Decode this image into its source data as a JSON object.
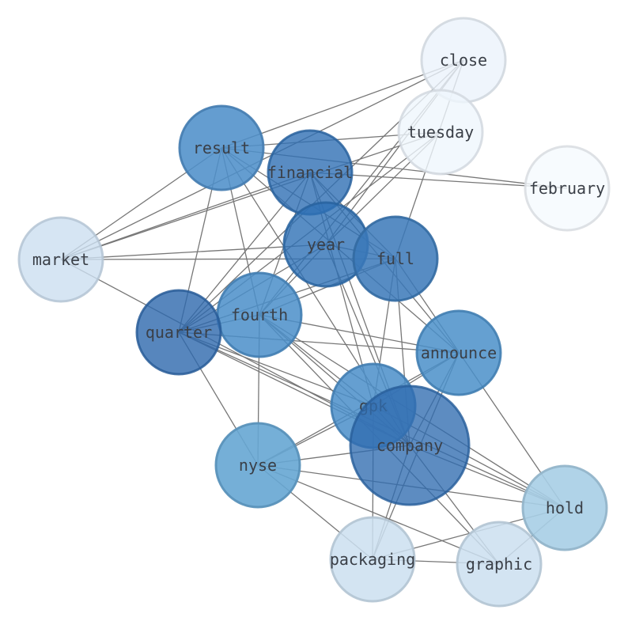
{
  "graph": {
    "nodes": [
      {
        "id": "close",
        "label": "close",
        "color": "#ebf3fb",
        "opacity": 0.8
      },
      {
        "id": "tuesday",
        "label": "tuesday",
        "color": "#eff6fd",
        "opacity": 0.8
      },
      {
        "id": "february",
        "label": "february",
        "color": "#f5fafe",
        "opacity": 0.8
      },
      {
        "id": "result",
        "label": "result",
        "color": "#4f8fc9",
        "opacity": 0.88
      },
      {
        "id": "financial",
        "label": "financial",
        "color": "#2f6fb4",
        "opacity": 0.8
      },
      {
        "id": "market",
        "label": "market",
        "color": "#ccdff0",
        "opacity": 0.8
      },
      {
        "id": "year",
        "label": "year",
        "color": "#2e70b5",
        "opacity": 0.8
      },
      {
        "id": "full",
        "label": "full",
        "color": "#3a78b8",
        "opacity": 0.85
      },
      {
        "id": "fourth",
        "label": "fourth",
        "color": "#4a8ec9",
        "opacity": 0.85
      },
      {
        "id": "quarter",
        "label": "quarter",
        "color": "#2d68ad",
        "opacity": 0.8
      },
      {
        "id": "announce",
        "label": "announce",
        "color": "#4a8fc9",
        "opacity": 0.85
      },
      {
        "id": "gpk",
        "label": "gpk",
        "color": "#4a8ec9",
        "opacity": 0.85
      },
      {
        "id": "company",
        "label": "company",
        "color": "#2f6cb0",
        "opacity": 0.78
      },
      {
        "id": "nyse",
        "label": "nyse",
        "color": "#66a6d3",
        "opacity": 0.9
      },
      {
        "id": "hold",
        "label": "hold",
        "color": "#a7cee5",
        "opacity": 0.9
      },
      {
        "id": "packaging",
        "label": "packaging",
        "color": "#cbdff0",
        "opacity": 0.85
      },
      {
        "id": "graphic",
        "label": "graphic",
        "color": "#cbdff0",
        "opacity": 0.85
      }
    ],
    "edges": [
      [
        "close",
        "result"
      ],
      [
        "close",
        "market"
      ],
      [
        "close",
        "quarter"
      ],
      [
        "close",
        "fourth"
      ],
      [
        "close",
        "full"
      ],
      [
        "close",
        "year"
      ],
      [
        "tuesday",
        "result"
      ],
      [
        "tuesday",
        "market"
      ],
      [
        "tuesday",
        "quarter"
      ],
      [
        "tuesday",
        "year"
      ],
      [
        "february",
        "result"
      ],
      [
        "february",
        "financial"
      ],
      [
        "result",
        "market"
      ],
      [
        "result",
        "quarter"
      ],
      [
        "result",
        "fourth"
      ],
      [
        "result",
        "full"
      ],
      [
        "result",
        "announce"
      ],
      [
        "result",
        "company"
      ],
      [
        "financial",
        "market"
      ],
      [
        "financial",
        "quarter"
      ],
      [
        "financial",
        "full"
      ],
      [
        "financial",
        "announce"
      ],
      [
        "financial",
        "company"
      ],
      [
        "financial",
        "gpk"
      ],
      [
        "financial",
        "fourth"
      ],
      [
        "market",
        "year"
      ],
      [
        "market",
        "full"
      ],
      [
        "market",
        "company"
      ],
      [
        "year",
        "full"
      ],
      [
        "year",
        "quarter"
      ],
      [
        "year",
        "company"
      ],
      [
        "year",
        "fourth"
      ],
      [
        "full",
        "quarter"
      ],
      [
        "full",
        "fourth"
      ],
      [
        "full",
        "company"
      ],
      [
        "full",
        "gpk"
      ],
      [
        "full",
        "hold"
      ],
      [
        "fourth",
        "quarter"
      ],
      [
        "fourth",
        "announce"
      ],
      [
        "fourth",
        "company"
      ],
      [
        "fourth",
        "gpk"
      ],
      [
        "fourth",
        "nyse"
      ],
      [
        "fourth",
        "hold"
      ],
      [
        "fourth",
        "graphic"
      ],
      [
        "quarter",
        "announce"
      ],
      [
        "quarter",
        "company"
      ],
      [
        "quarter",
        "gpk"
      ],
      [
        "quarter",
        "nyse"
      ],
      [
        "quarter",
        "hold"
      ],
      [
        "announce",
        "company"
      ],
      [
        "announce",
        "gpk"
      ],
      [
        "announce",
        "nyse"
      ],
      [
        "announce",
        "packaging"
      ],
      [
        "gpk",
        "company"
      ],
      [
        "gpk",
        "nyse"
      ],
      [
        "gpk",
        "hold"
      ],
      [
        "gpk",
        "packaging"
      ],
      [
        "company",
        "nyse"
      ],
      [
        "company",
        "hold"
      ],
      [
        "company",
        "packaging"
      ],
      [
        "company",
        "graphic"
      ],
      [
        "nyse",
        "hold"
      ],
      [
        "nyse",
        "packaging"
      ],
      [
        "nyse",
        "graphic"
      ],
      [
        "hold",
        "packaging"
      ],
      [
        "hold",
        "graphic"
      ],
      [
        "packaging",
        "graphic"
      ]
    ]
  }
}
